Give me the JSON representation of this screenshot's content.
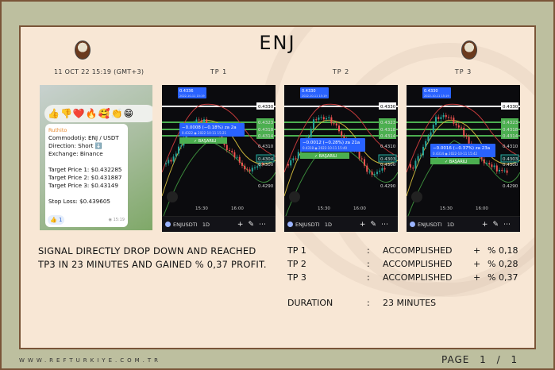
{
  "header": {
    "title": "ENJ",
    "date": "11 OCT 22 15:19 (GMT+3)"
  },
  "telegram": {
    "reactions": "👍👎❤️🔥🥰👏😁",
    "author": "Ruthito",
    "lines": [
      "Commodotiy: ENJ / USDT",
      "Direction: Short ⬇️",
      "Exchange: Binance",
      "",
      "Target Price 1: $0.432285",
      "Target Price 2: $0.431887",
      "Target Price 3: $0.43149",
      "",
      "Stop Loss: $0.439605"
    ],
    "likes": "👍 1",
    "time": "◉ 15:19"
  },
  "charts": [
    {
      "label": "TP 1",
      "top": "0.4336",
      "top_date": "2022-10-11 15:19",
      "measure": "−0.0008 (−0.18%) za 2a",
      "measure_sub": "0.4322 ◉ 2022-10-11 15:21",
      "status": "✓ BAŞARILI",
      "prices": [
        "0.4330",
        "0.4323",
        "0.4318",
        "0.4314",
        "0.4310",
        "0.4304",
        "0.4300",
        "0.4290"
      ],
      "times": [
        "15:30",
        "16:00"
      ],
      "symbol": "ENJUSDTI",
      "interval": "1D",
      "fill": 0.2
    },
    {
      "label": "TP 2",
      "top": "0.4330",
      "top_date": "2022-10-11 15:19",
      "measure": "−0.0012 (−0.28%) za 21a",
      "measure_sub": "0.4318 ◉ 2022-10-11 15:40",
      "status": "✓ BAŞARILI",
      "prices": [
        "0.4330",
        "0.4323",
        "0.4318",
        "0.4314",
        "0.4310",
        "0.4303",
        "0.4300",
        "0.4290"
      ],
      "times": [
        "15:30",
        "16:00"
      ],
      "symbol": "ENJUSDTI",
      "interval": "1D",
      "fill": 0.35
    },
    {
      "label": "TP 3",
      "top": "0.4330",
      "top_date": "2022-10-11 15:19",
      "measure": "−0.0016 (−0.37%) za 23a",
      "measure_sub": "0.4314 ◉ 2022-10-11 15:42",
      "status": "✓ BAŞARILI",
      "prices": [
        "0.4330",
        "0.4323",
        "0.4318",
        "0.4314",
        "0.4310",
        "0.4303",
        "0.4300",
        "0.4290"
      ],
      "times": [
        "15:30",
        "16:00"
      ],
      "symbol": "ENJUSDTI",
      "interval": "1D",
      "fill": 0.5
    }
  ],
  "summary": {
    "line1": "SIGNAL DIRECTLY DROP DOWN AND REACHED",
    "line2": "TP3 IN 23 MINUTES AND GAINED % 0,37 PROFIT."
  },
  "results": [
    {
      "tp": "TP 1",
      "sep": ":",
      "status": "ACCOMPLISHED",
      "plus": "+",
      "value": "% 0,18"
    },
    {
      "tp": "TP 2",
      "sep": ":",
      "status": "ACCOMPLISHED",
      "plus": "+",
      "value": "% 0,28"
    },
    {
      "tp": "TP 3",
      "sep": ":",
      "status": "ACCOMPLISHED",
      "plus": "+",
      "value": "% 0,37"
    }
  ],
  "duration": {
    "label": "DURATION",
    "sep": ":",
    "value": "23 MINUTES"
  },
  "footer": {
    "site": "WWW.REFTURKIYE.COM.TR",
    "page": "PAGE 1 / 1"
  }
}
